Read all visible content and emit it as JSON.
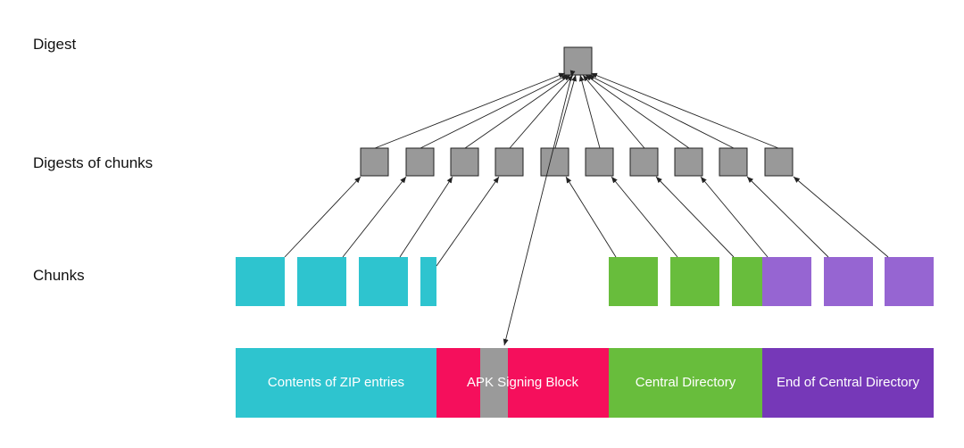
{
  "labels": {
    "digest": "Digest",
    "digests_of_chunks": "Digests of chunks",
    "chunks": "Chunks"
  },
  "sections": {
    "contents": "Contents of ZIP entries",
    "signing_block": "APK Signing Block",
    "central_directory": "Central Directory",
    "end_of_central_directory": "End of Central Directory"
  },
  "colors": {
    "contents": "#2ec4cf",
    "signing_block": "#f50f5c",
    "central_directory": "#68bd3c",
    "end_of_central_directory": "#7638b8",
    "end_chunks": "#9665d2",
    "digest_box": "#999999",
    "arrow": "#222222"
  }
}
